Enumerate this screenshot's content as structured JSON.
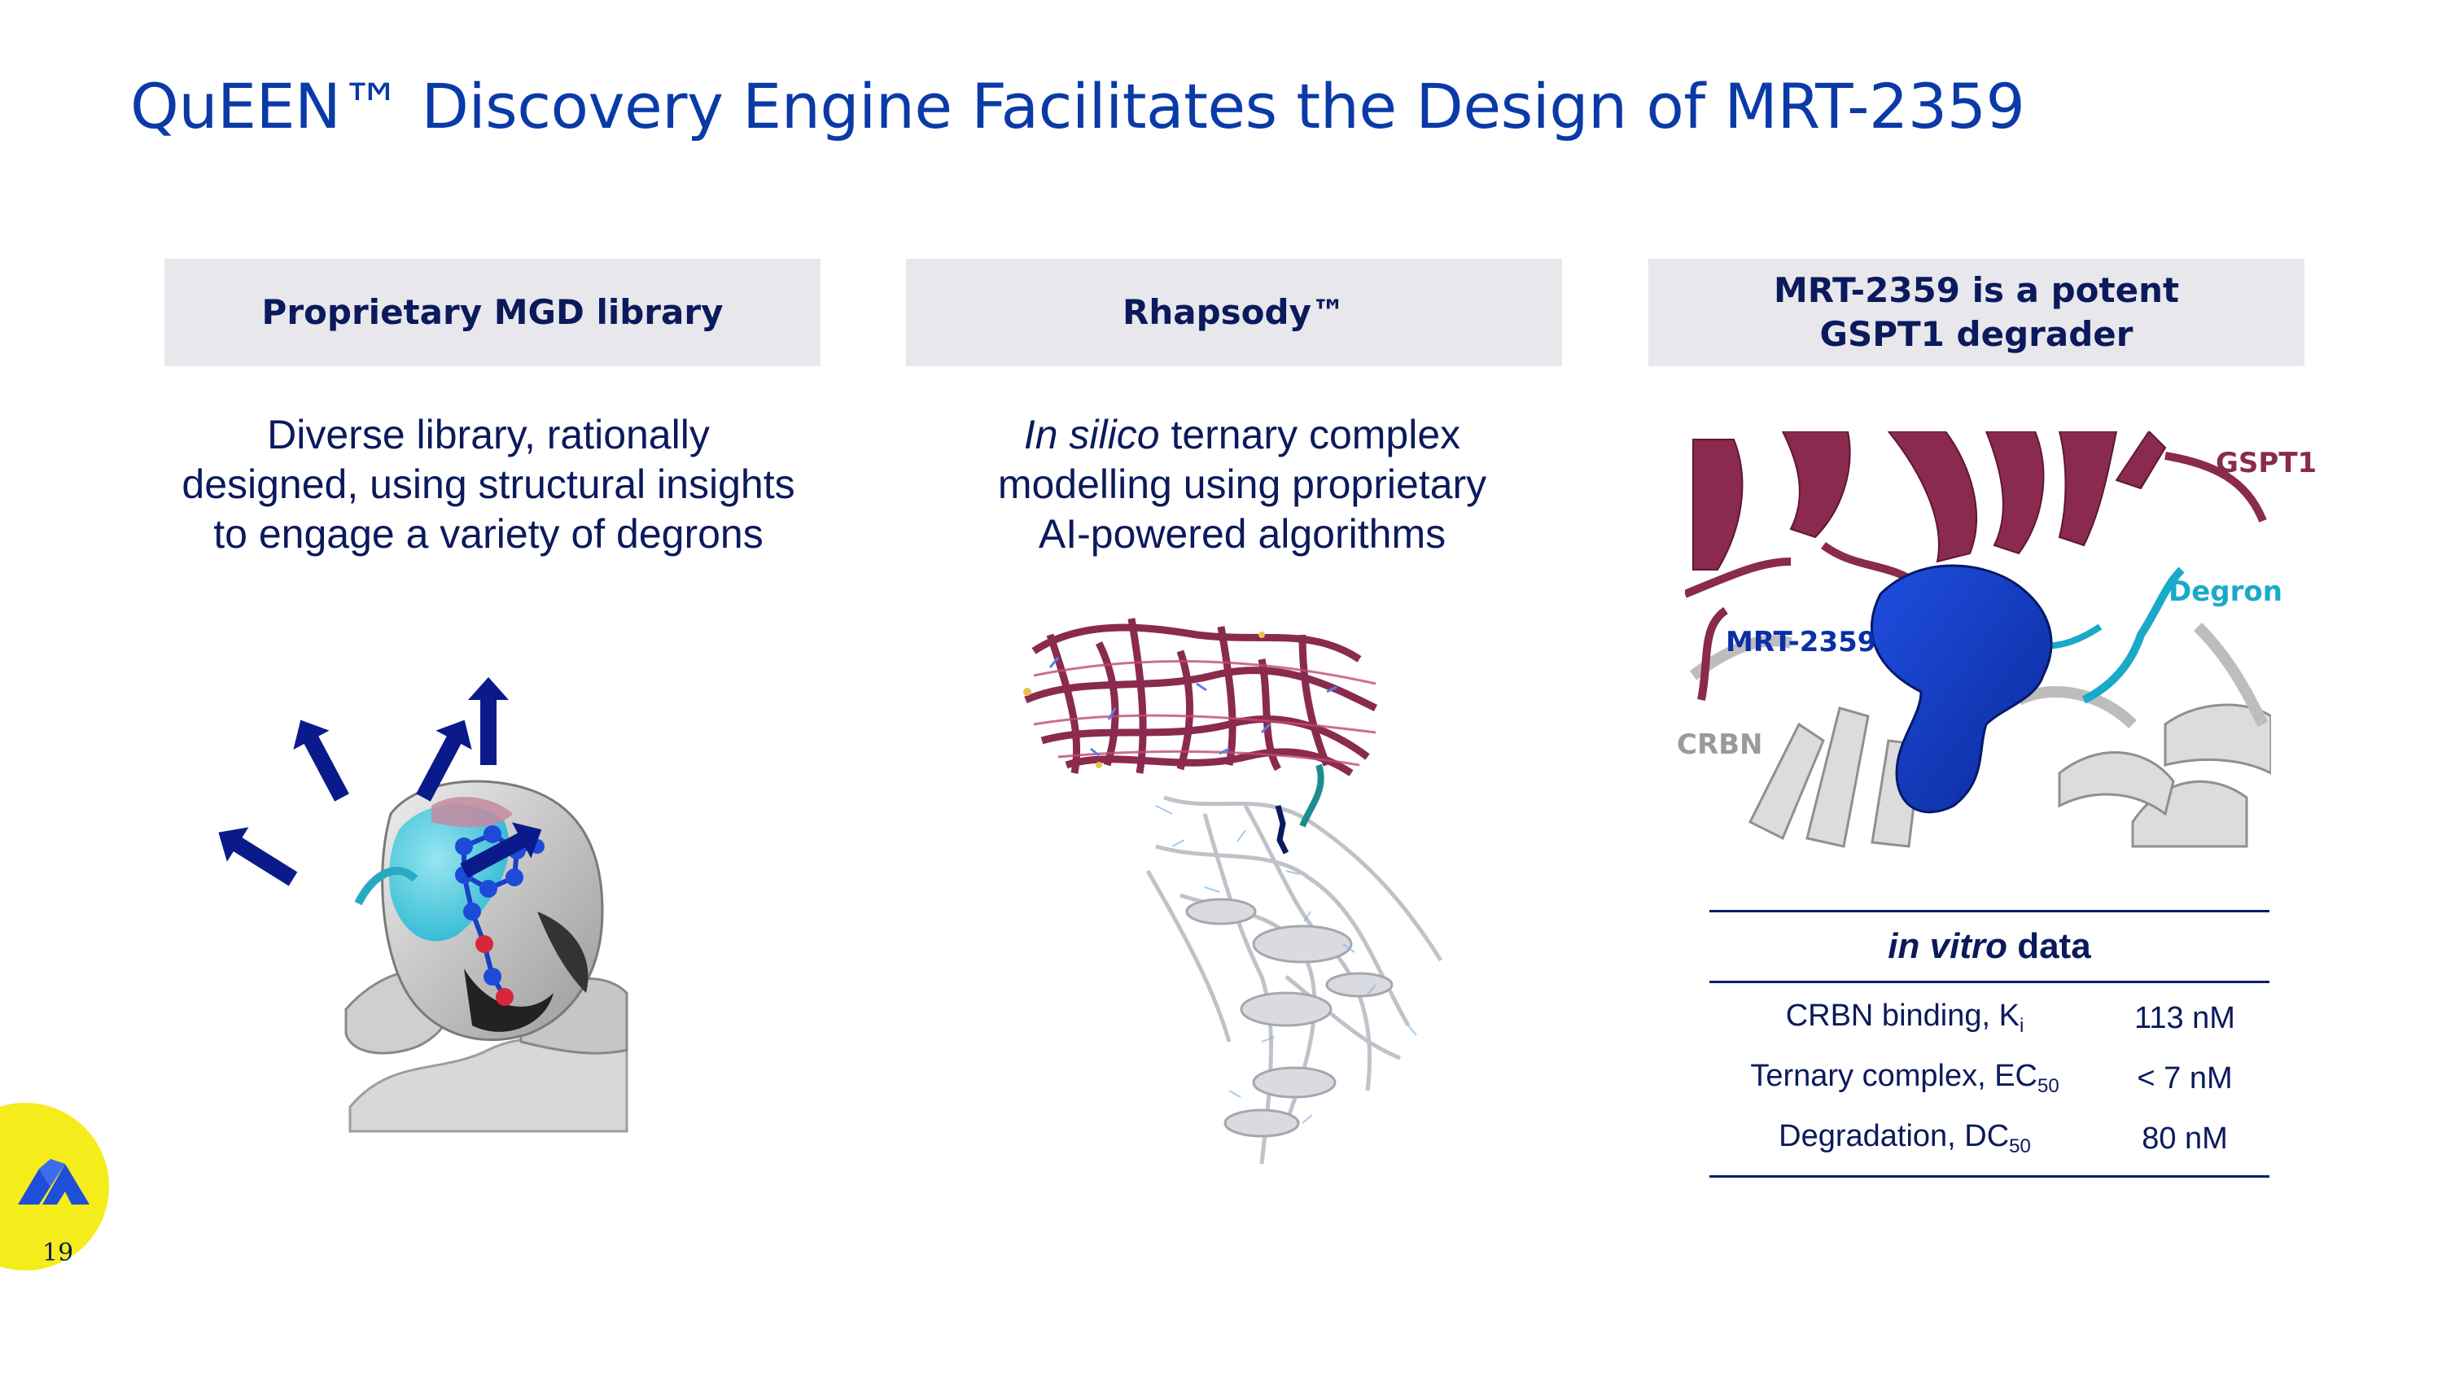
{
  "slide": {
    "title": "QuEEN™ Discovery Engine Facilitates the Design of MRT-2359",
    "page_number": "19"
  },
  "columns": [
    {
      "header": "Proprietary MGD library",
      "desc_lines": [
        "Diverse library, rationally",
        "designed, using structural insights",
        "to engage a variety of degrons"
      ]
    },
    {
      "header": "Rhapsody™",
      "desc_line1_italic": "In silico",
      "desc_line1_rest": " ternary complex",
      "desc_lines": [
        "modelling using proprietary",
        "AI-powered algorithms"
      ]
    },
    {
      "header_lines": [
        "MRT-2359 is a potent",
        "GSPT1 degrader"
      ]
    }
  ],
  "structure_labels": {
    "gspt1": "GSPT1",
    "degron": "Degron",
    "mrt": "MRT-2359",
    "crbn": "CRBN"
  },
  "table": {
    "title_italic": "in vitro",
    "title_rest": " data",
    "rows": [
      {
        "label": "CRBN binding, K",
        "sub": "i",
        "value": "113 nM"
      },
      {
        "label": "Ternary complex, EC",
        "sub": "50",
        "value": "< 7 nM"
      },
      {
        "label": "Degradation, DC",
        "sub": "50",
        "value": "80 nM"
      }
    ]
  },
  "colors": {
    "title": "#0a3aa8",
    "navy": "#0b1a5c",
    "header_bg": "#e7e7ec",
    "gspt1": "#8a2a4e",
    "degron": "#19a9c9",
    "mrt": "#0a2fa6",
    "crbn": "#9a9a9a",
    "page_circle": "#f4ed1b"
  },
  "icons": [
    "arrow-up-icon",
    "company-logo-icon"
  ]
}
